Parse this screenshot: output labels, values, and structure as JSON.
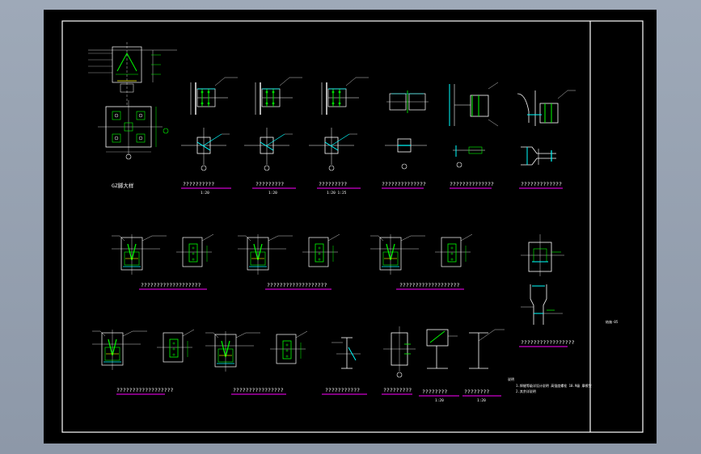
{
  "colors": {
    "background": "#000000",
    "frame": "#ffffff",
    "steel": "#ffffff",
    "bolt": "#00ff00",
    "weld": "#00ffff",
    "underline": "#ff00ff",
    "dimension": "#00ff00",
    "annotation": "#ffffff"
  },
  "title_block": {
    "sheet_no": "结施-05"
  },
  "notes": {
    "heading": "说明",
    "line1": "1.焊缝等级详设计说明 高强度螺栓 10.9级 摩擦型",
    "line2": "2.其余详说明"
  },
  "details": [
    {
      "id": "d1",
      "title": "GZ脚大样",
      "scale": ""
    },
    {
      "id": "d2",
      "title": "??????????",
      "scale": "1:20"
    },
    {
      "id": "d3",
      "title": "?????????",
      "scale": "1:20"
    },
    {
      "id": "d4",
      "title": "?????????",
      "scale": "1:20 1:25"
    },
    {
      "id": "d5",
      "title": "??????????????",
      "scale": ""
    },
    {
      "id": "d6",
      "title": "??????????????",
      "scale": ""
    },
    {
      "id": "d7",
      "title": "?????????????",
      "scale": ""
    },
    {
      "id": "d8",
      "title": "???????????????????",
      "scale": ""
    },
    {
      "id": "d9",
      "title": "???????????????????",
      "scale": ""
    },
    {
      "id": "d10",
      "title": "???????????????????",
      "scale": ""
    },
    {
      "id": "d11",
      "title": "?????????????????",
      "scale": ""
    },
    {
      "id": "d12",
      "title": "??????????????????",
      "scale": ""
    },
    {
      "id": "d13",
      "title": "????????????????",
      "scale": ""
    },
    {
      "id": "d14",
      "title": "???????????",
      "scale": ""
    },
    {
      "id": "d15",
      "title": "?????????",
      "scale": ""
    },
    {
      "id": "d16",
      "title": "????????",
      "scale": "1:20"
    },
    {
      "id": "d17",
      "title": "????????",
      "scale": "1:20"
    }
  ]
}
